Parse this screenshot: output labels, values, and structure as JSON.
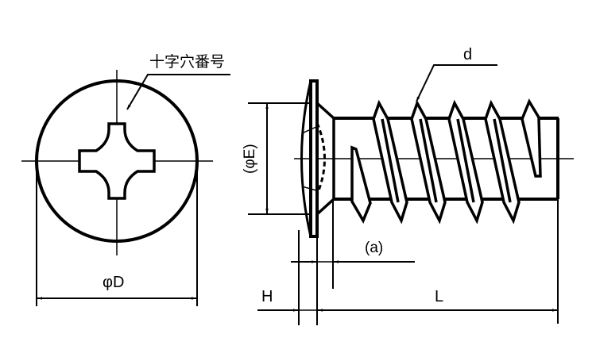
{
  "drawing": {
    "title": "Phillips flat countersunk tapping screw – dimension drawing",
    "line_color": "#000000",
    "background": "#ffffff"
  },
  "labels": {
    "recess_number": "十字穴番号",
    "thread_diameter": "d",
    "head_diameter": "φD",
    "countersink_diameter": "(φE)",
    "recess_depth": "(a)",
    "head_height": "H",
    "length": "L"
  },
  "views": [
    {
      "name": "top-view",
      "description": "Head top view with cross recess"
    },
    {
      "name": "side-view",
      "description": "Side view with countersunk head and threaded shank"
    }
  ]
}
